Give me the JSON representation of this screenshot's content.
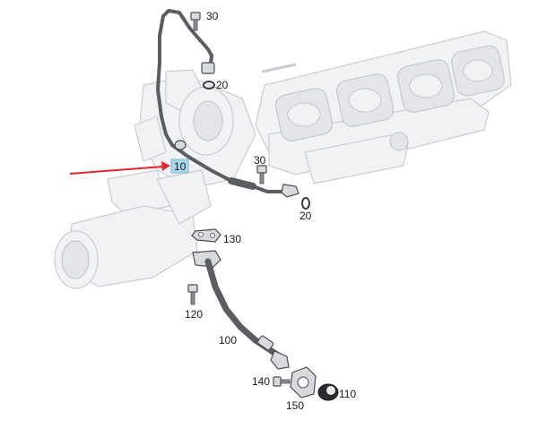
{
  "callouts": {
    "p10": "10",
    "p20a": "20",
    "p20b": "20",
    "p30a": "30",
    "p30b": "30",
    "p100": "100",
    "p110": "110",
    "p120": "120",
    "p130": "130",
    "p140": "140",
    "p150": "150"
  },
  "colors": {
    "highlight_box": "#a9d8ee",
    "pointer_arrow": "#e0282e"
  }
}
